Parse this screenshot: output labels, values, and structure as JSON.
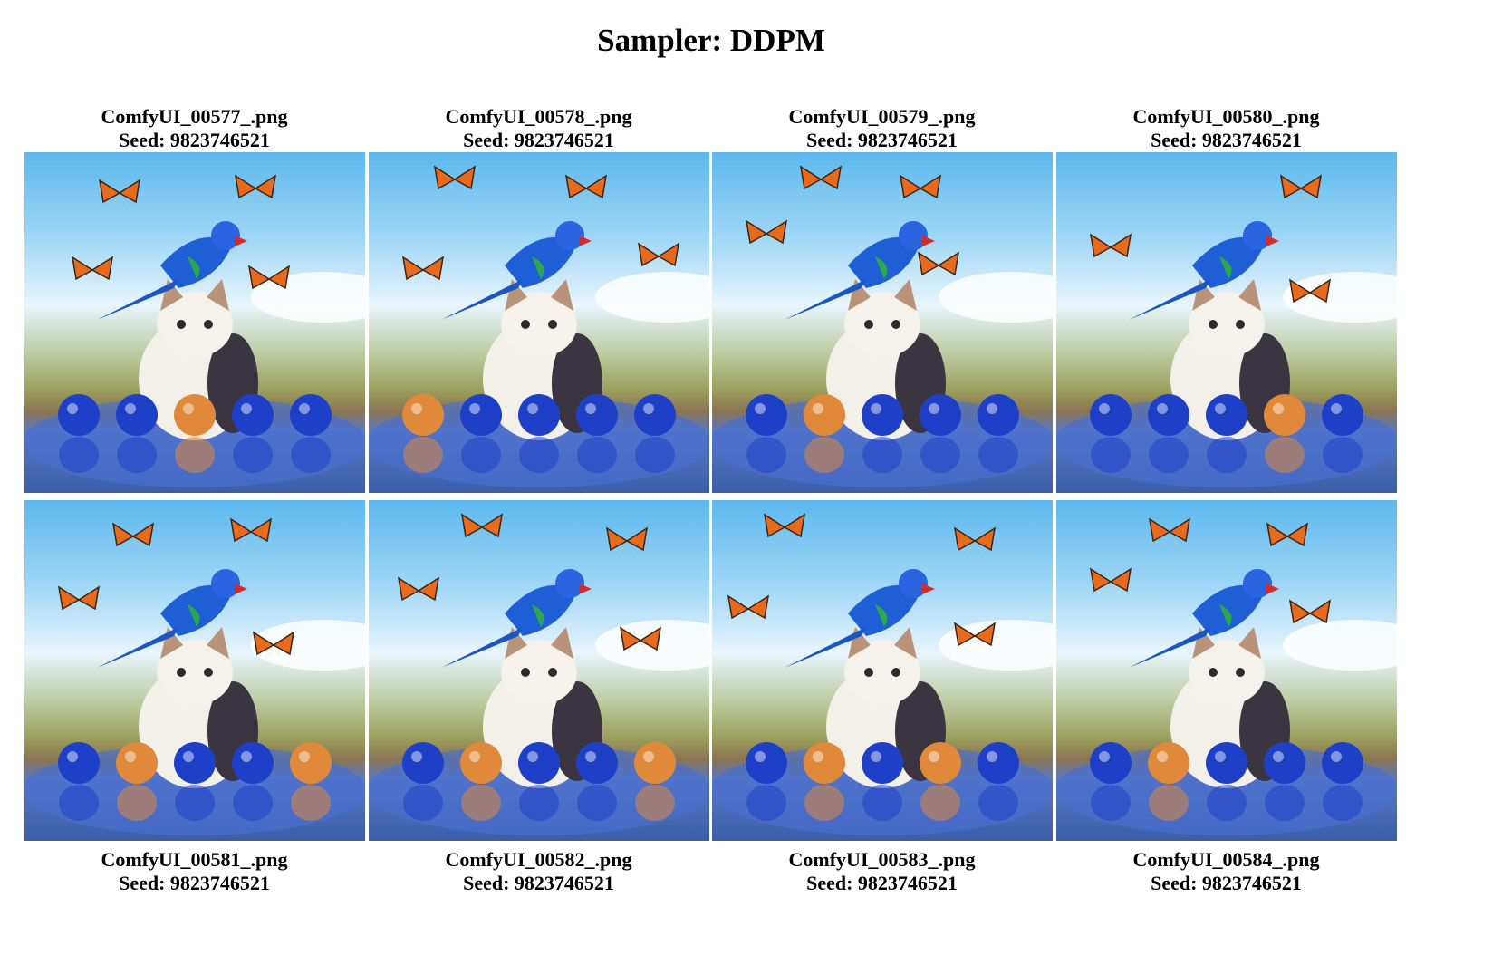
{
  "title": "Sampler: DDPM",
  "images": [
    {
      "filename": "ComfyUI_00577_.png",
      "seed": "Seed: 9823746521"
    },
    {
      "filename": "ComfyUI_00578_.png",
      "seed": "Seed: 9823746521"
    },
    {
      "filename": "ComfyUI_00579_.png",
      "seed": "Seed: 9823746521"
    },
    {
      "filename": "ComfyUI_00580_.png",
      "seed": "Seed: 9823746521"
    },
    {
      "filename": "ComfyUI_00581_.png",
      "seed": "Seed: 9823746521"
    },
    {
      "filename": "ComfyUI_00582_.png",
      "seed": "Seed: 9823746521"
    },
    {
      "filename": "ComfyUI_00583_.png",
      "seed": "Seed: 9823746521"
    },
    {
      "filename": "ComfyUI_00584_.png",
      "seed": "Seed: 9823746521"
    }
  ],
  "colors": {
    "sky": "#5cb8ee",
    "parrot": "#1f5fd6",
    "ball_orange": "#e0893a",
    "ball_blue": "#1e40c8",
    "butterfly": "#e86a1c"
  }
}
